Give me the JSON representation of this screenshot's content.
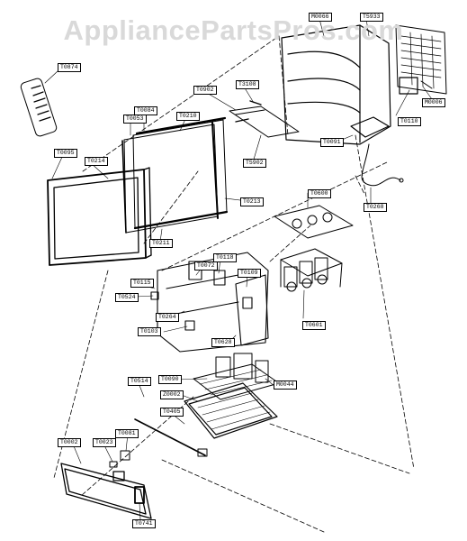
{
  "watermark": "AppliancePartsPros.com",
  "labels": [
    {
      "id": "t0874",
      "text": "T0874"
    },
    {
      "id": "m0066",
      "text": "M0066"
    },
    {
      "id": "t5933",
      "text": "T5933"
    },
    {
      "id": "m0006",
      "text": "M0006"
    },
    {
      "id": "t0110",
      "text": "T0110"
    },
    {
      "id": "t0084",
      "text": "T0084"
    },
    {
      "id": "t0053",
      "text": "T0053"
    },
    {
      "id": "t0210",
      "text": "T0210"
    },
    {
      "id": "t0902a",
      "text": "T0902"
    },
    {
      "id": "t3108",
      "text": "T3108"
    },
    {
      "id": "t0095",
      "text": "T0095"
    },
    {
      "id": "t0214",
      "text": "T0214"
    },
    {
      "id": "t5902",
      "text": "T5902"
    },
    {
      "id": "t0091",
      "text": "T0091"
    },
    {
      "id": "t0213",
      "text": "T0213"
    },
    {
      "id": "t0600",
      "text": "T0600"
    },
    {
      "id": "t0268",
      "text": "T0268"
    },
    {
      "id": "t0211",
      "text": "T0211"
    },
    {
      "id": "t0118",
      "text": "T0118"
    },
    {
      "id": "t0072",
      "text": "T0072"
    },
    {
      "id": "t0109",
      "text": "T0109"
    },
    {
      "id": "t0115",
      "text": "T0115"
    },
    {
      "id": "t0524",
      "text": "T0524"
    },
    {
      "id": "t0264",
      "text": "T0264"
    },
    {
      "id": "t0103",
      "text": "T0103"
    },
    {
      "id": "t0601",
      "text": "T0601"
    },
    {
      "id": "t0628",
      "text": "T0628"
    },
    {
      "id": "t0090",
      "text": "T0090"
    },
    {
      "id": "m0044",
      "text": "M0044"
    },
    {
      "id": "t0514",
      "text": "T0514"
    },
    {
      "id": "z0002",
      "text": "Z0002"
    },
    {
      "id": "t0405",
      "text": "T0405"
    },
    {
      "id": "t0081",
      "text": "T0081"
    },
    {
      "id": "t0002",
      "text": "T0002"
    },
    {
      "id": "t0023",
      "text": "T0023"
    },
    {
      "id": "t0741",
      "text": "T0741"
    }
  ]
}
